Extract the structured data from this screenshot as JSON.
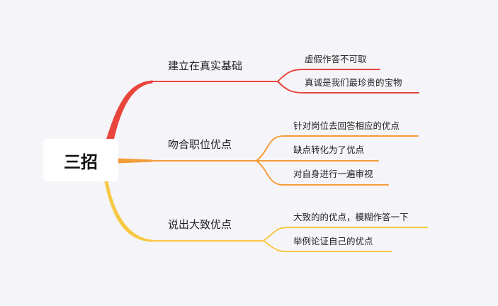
{
  "root": {
    "label": "三招"
  },
  "branches": [
    {
      "label": "建立在真实基础",
      "color": "#e8453c",
      "children": [
        "虚假作答不可取",
        "真诚是我们最珍贵的宝物"
      ]
    },
    {
      "label": "吻合职位优点",
      "color": "#f39c3a",
      "children": [
        "针对岗位去回答相应的优点",
        "缺点转化为了优点",
        "对自身进行一遍审视"
      ]
    },
    {
      "label": "说出大致优点",
      "color": "#f7c844",
      "children": [
        "大致的的优点，模糊作答一下",
        "举例论证自己的优点"
      ]
    }
  ]
}
